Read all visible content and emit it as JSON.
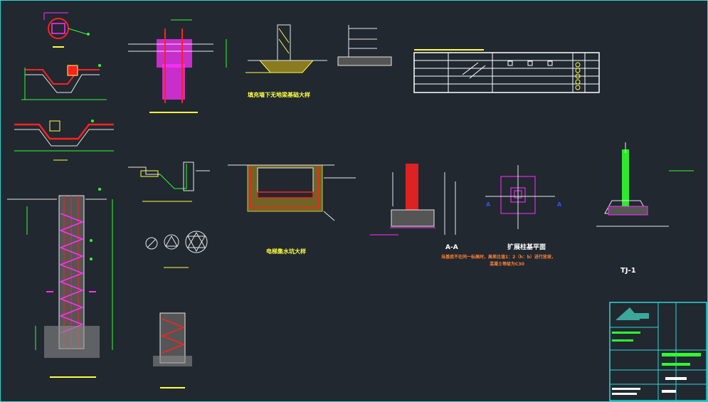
{
  "viewport": {
    "background": "#212830",
    "frame_color": "#2fd6d6"
  },
  "colors": {
    "concrete": "#e8e8e8",
    "rebar_red": "#ff2020",
    "rebar_magenta": "#ff30ff",
    "dim_green": "#30ff30",
    "text_yellow": "#ffff40",
    "text_white": "#ffffff",
    "text_orange": "#ff8030",
    "cyan": "#30e0ff",
    "blue_marker": "#3050ff"
  },
  "labels": {
    "fill_wall_base": "填充墙下无地梁基础大样",
    "sump_pit": "电梯集水坑大样",
    "section_aa": "A-A",
    "footing_plan": "扩展柱基平面",
    "footing_note_1": "当基底不在同一标高时，高差比值1：2（h：b）进行放坡，",
    "footing_note_2": "混凝土等级为C30",
    "tj1": "TJ-1",
    "marker_a_left": "A",
    "marker_a_right": "A"
  },
  "icons": [
    "circle-slash-icon",
    "triangle-symbol-icon",
    "star-triangle-icon"
  ]
}
